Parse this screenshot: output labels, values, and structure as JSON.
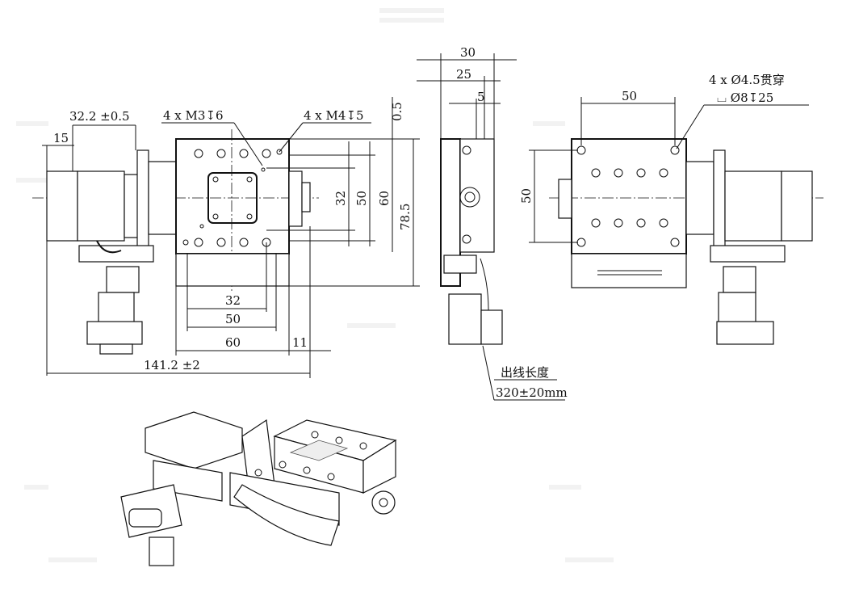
{
  "front_view": {
    "dim_motor_offset": "32.2 ±0.5",
    "dim_motor_width": "15",
    "callout_m3": "4 x M3↧6",
    "callout_m4": "4 x M4↧5",
    "dim_top_offset": "0.5",
    "dim_v_32": "32",
    "dim_v_50": "50",
    "dim_v_60": "60",
    "dim_v_78_5": "78.5",
    "dim_h_32": "32",
    "dim_h_50": "50",
    "dim_h_60": "60",
    "dim_h_11": "11",
    "dim_total_length": "141.2 ±2"
  },
  "side_view": {
    "dim_30": "30",
    "dim_25": "25",
    "dim_5": "5",
    "cable_label": "出线长度",
    "cable_length": "320±20mm"
  },
  "rear_view": {
    "dim_h_50": "50",
    "dim_v_50": "50",
    "callout_through": "4 x Ø4.5贯穿",
    "callout_counterbore": "⌴ Ø8↧25"
  }
}
